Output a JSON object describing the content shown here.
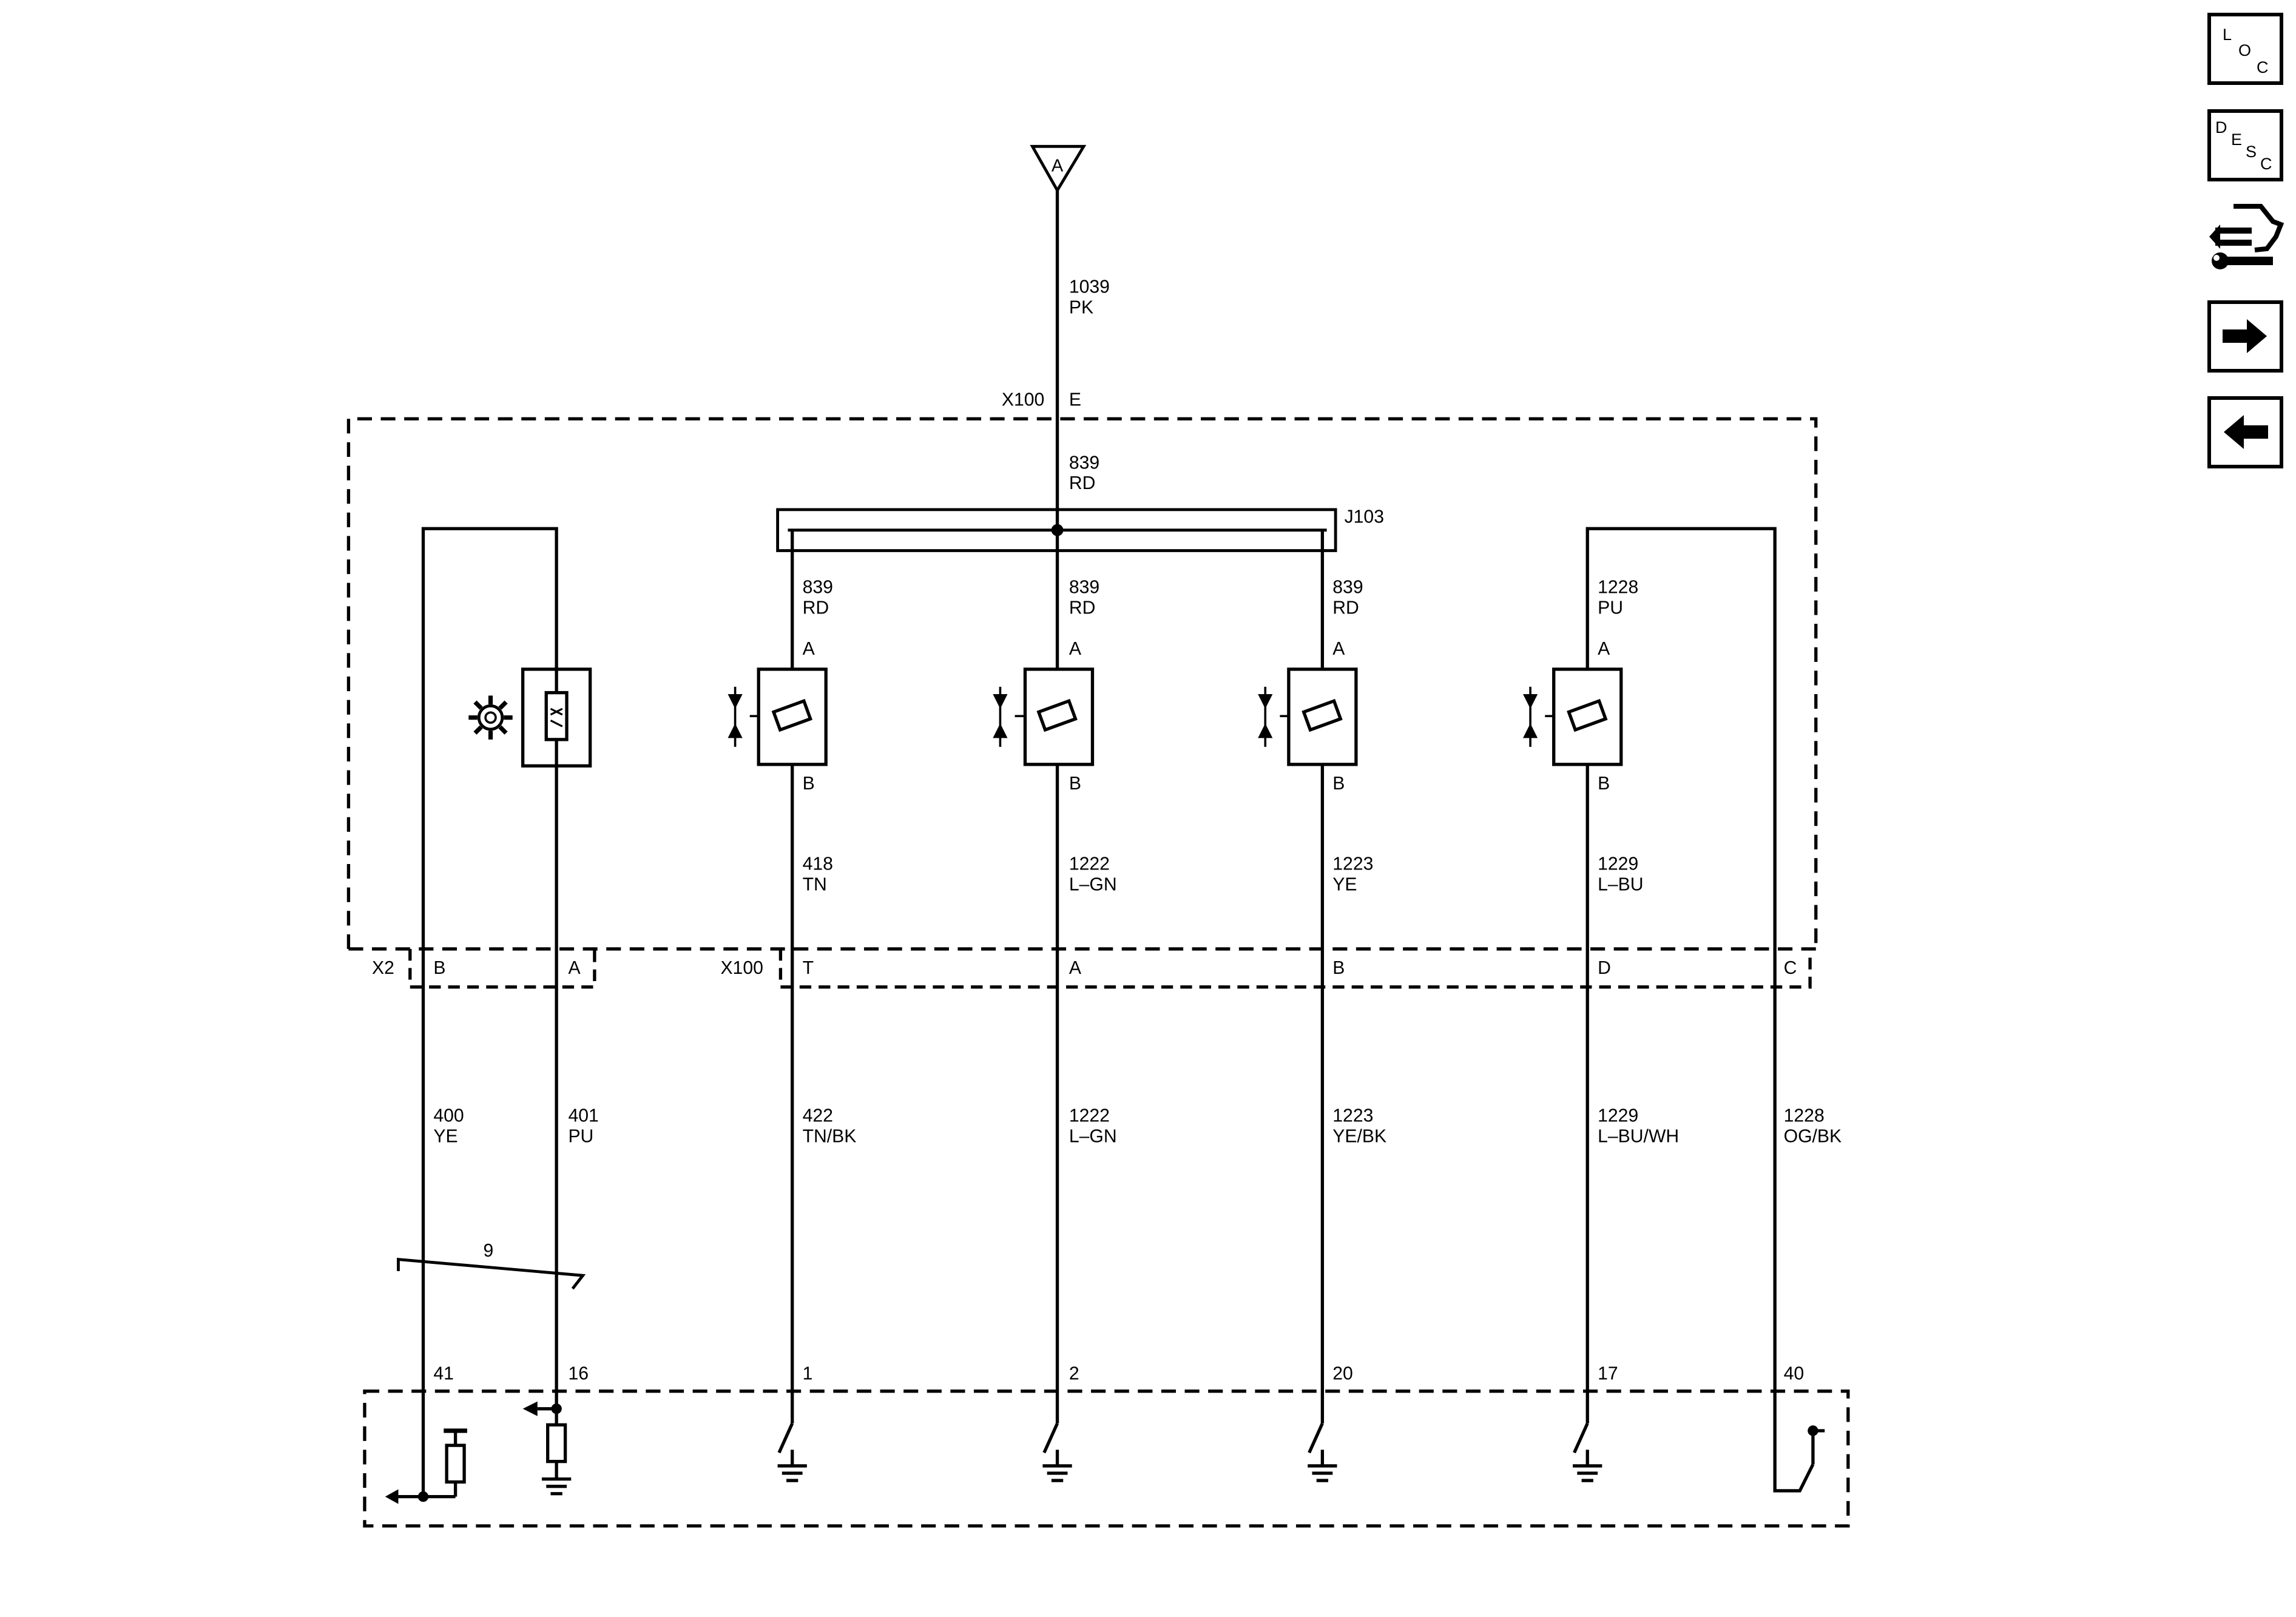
{
  "top_connector": {
    "label": "A"
  },
  "feed": {
    "circuit": "1039",
    "color": "PK"
  },
  "x100_top": {
    "connector": "X100",
    "cavity": "E"
  },
  "bus_wire": {
    "circuit": "839",
    "color": "RD"
  },
  "splice": {
    "label": "J103"
  },
  "solenoids": [
    {
      "in_circuit": "839",
      "in_color": "RD",
      "pin_top": "A",
      "pin_bottom": "B",
      "out_circuit": "418",
      "out_color": "TN",
      "connector_pin": "T",
      "ext_circuit": "422",
      "ext_color": "TN/BK",
      "module_pin": "1"
    },
    {
      "in_circuit": "839",
      "in_color": "RD",
      "pin_top": "A",
      "pin_bottom": "B",
      "out_circuit": "1222",
      "out_color": "L–GN",
      "connector_pin": "A",
      "ext_circuit": "1222",
      "ext_color": "L–GN",
      "module_pin": "2"
    },
    {
      "in_circuit": "839",
      "in_color": "RD",
      "pin_top": "A",
      "pin_bottom": "B",
      "out_circuit": "1223",
      "out_color": "YE",
      "connector_pin": "B",
      "ext_circuit": "1223",
      "ext_color": "YE/BK",
      "module_pin": "20"
    },
    {
      "in_circuit": "1228",
      "in_color": "PU",
      "pin_top": "A",
      "pin_bottom": "B",
      "out_circuit": "1229",
      "out_color": "L–BU",
      "connector_pin": "D",
      "ext_circuit": "1229",
      "ext_color": "L–BU/WH",
      "module_pin": "17"
    }
  ],
  "return_wire": {
    "connector_pin": "C",
    "ext_circuit": "1228",
    "ext_color": "OG/BK",
    "module_pin": "40"
  },
  "x2": {
    "connector": "X2",
    "pin_b": "B",
    "pin_a": "A"
  },
  "x100_bottom": {
    "connector": "X100"
  },
  "sensor_wires": [
    {
      "circuit": "400",
      "color": "YE",
      "module_pin": "41"
    },
    {
      "circuit": "401",
      "color": "PU",
      "module_pin": "16"
    }
  ],
  "twisted_pair": {
    "label": "9"
  },
  "nav_icons": [
    {
      "name": "loc",
      "letters": [
        "L",
        "O",
        "C"
      ]
    },
    {
      "name": "desc",
      "letters": [
        "D",
        "E",
        "S",
        "C"
      ]
    },
    {
      "name": "connector-wrench-icon"
    },
    {
      "name": "arrow-right-icon"
    },
    {
      "name": "arrow-left-icon"
    }
  ]
}
